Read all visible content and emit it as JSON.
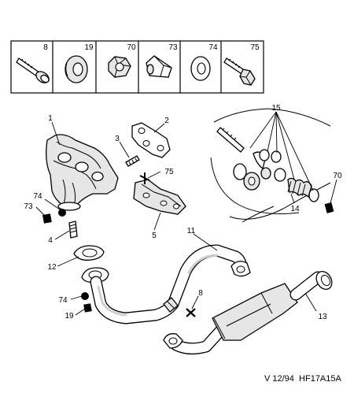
{
  "legend": {
    "cells": [
      {
        "ref": "8",
        "icon": "bolt-flanged-icon"
      },
      {
        "ref": "19",
        "icon": "spring-washer-icon"
      },
      {
        "ref": "70",
        "icon": "hex-nut-icon"
      },
      {
        "ref": "73",
        "icon": "spacer-nut-icon"
      },
      {
        "ref": "74",
        "icon": "flat-washer-icon"
      },
      {
        "ref": "75",
        "icon": "bolt-hex-icon"
      }
    ]
  },
  "callouts": {
    "c1": "1",
    "c2": "2",
    "c3": "3",
    "c75": "75",
    "c5": "5",
    "c74a": "74",
    "c73": "73",
    "c4": "4",
    "c12": "12",
    "c74b": "74",
    "c19": "19",
    "c11": "11",
    "c8": "8",
    "c13": "13",
    "c15": "15",
    "c14": "14",
    "c70": "70"
  },
  "footer": {
    "ref": "V 12/94  HF17A15A"
  }
}
